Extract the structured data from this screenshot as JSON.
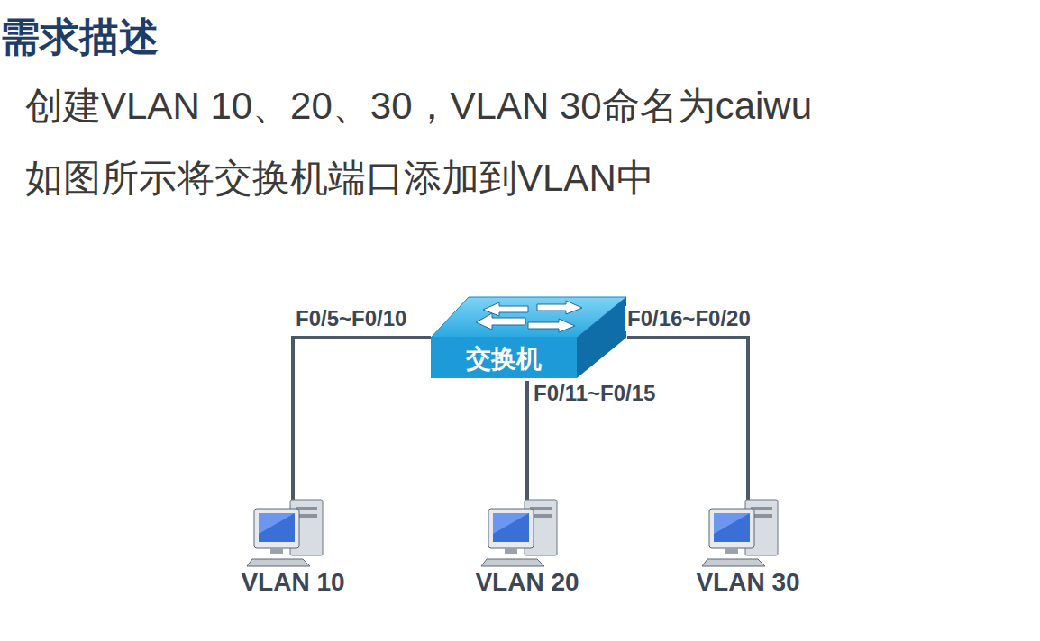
{
  "diagram": {
    "title": "需求描述",
    "nodes": [
      {
        "text": [
          "交换机"
        ]
      },
      {
        "text": [
          "VLAN 10"
        ]
      },
      {
        "text": [
          "VLAN 20"
        ]
      },
      {
        "text": [
          "VLAN 30"
        ]
      }
    ],
    "edges": [
      {
        "from": 0,
        "to": 1,
        "label": "F0/5~F0/10",
        "arrow": "none"
      },
      {
        "from": 0,
        "to": 2,
        "label": "F0/11~F0/15",
        "arrow": "none"
      },
      {
        "from": 0,
        "to": 3,
        "label": "F0/16~F0/20",
        "arrow": "none"
      }
    ],
    "labels": [
      "创建VLAN 10、20、30，VLAN 30命名为caiwu",
      "如图所示将交换机端口添加到VLAN中"
    ]
  }
}
